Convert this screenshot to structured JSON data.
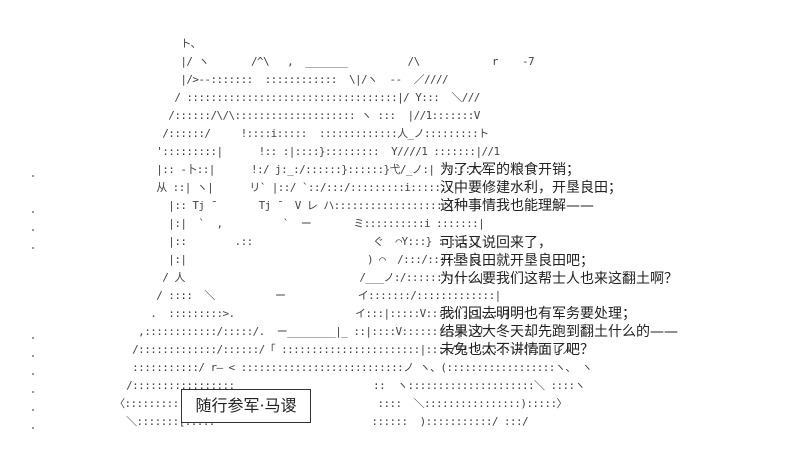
{
  "caption": "随行参军·马谡",
  "dialog_groups": [
    {
      "lines": [
        "为了大军的粮食开销；",
        "汉中要修建水利，开垦良田；",
        "这种事情我也能理解——"
      ]
    },
    {
      "lines": [
        "可话又说回来了，",
        "开垦良田就开垦良田吧；",
        "为什么要我们这帮士人也来这翻土啊？"
      ]
    },
    {
      "lines": [
        "我们回去明明也有军务要处理；",
        "结果这大冬天却先跑到翻土什么的——",
        "未免也太不讲情面了吧？"
      ]
    }
  ],
  "ascii_art": [
    "               ト、",
    "               |/ ヽ       /^\\   ,  _______          /\\            r    -7",
    "               |/>--:::::::  ::::::::::::  \\|/ヽ  --  ／////",
    "              / :::::::::::::::::::::::::::::::::::|/ Y:::  ＼///",
    "             /::::::/\\/\\:::::::::::::::::::: ヽ :::  |//1:::::::V",
    "            /::::::/     !::::i:::::  :::::::::::::人_ノ:::::::::ト",
    "           ':::::::::|      !:: :|::::}:::::::::  Y////1 :::::::|//1",
    "           |:: -卜::|      !:/ j:_:/::::::}::::::}弋/_ノ:| ::::::ノ",
    "           从 ::| ヽ|      リ` |::/ `::/:::/:::::::::i:::::::|",
    "             |:: Tj ̄        Tj ̄   V レ ハ:::::::::::::::::::|",
    "             |:|  `  ,          `  ー       ミ::::::::::i :::::::|",
    "             |::        .::                    ぐ  ⌒Y:::} ::::::|",
    "             |:|                              ) ⌒  /:::/::::::::|",
    "            / 人                             /___ノ:/::::::::::::|",
    "           / ::::  ＼          ー            イ:::::::/:::::::::::::|",
    "          .  :::::::::>.                    イ:::|:::::V::::::::i::::|",
    "        ,::::::::::::/:::::/.  ー________|_ ::|::::V:::::::::|::リ",
    "       /:::::::::::::/::::::/「 :::::::::::::::::::::::|::::/::::::::::::::: レ人",
    "       :::::::::::/ r― < :::::::::::::::::::::::::::ノ ヽ、(::::::::::::::::::ヽ、 ヽ",
    "      /:::::::::::::::::                       ::  ヽ:::::::::::::::::::::＼ ::::ヽ",
    "    〈:::::::::::::::/                          ::::  ＼::::::::::::::::):::::〉",
    "      ＼:::::::[:::::                          ::::::  ):::::::::::/ :::/"
  ],
  "side_dots_y": [
    175,
    211,
    229,
    247,
    337,
    355,
    373,
    391,
    409,
    427
  ]
}
